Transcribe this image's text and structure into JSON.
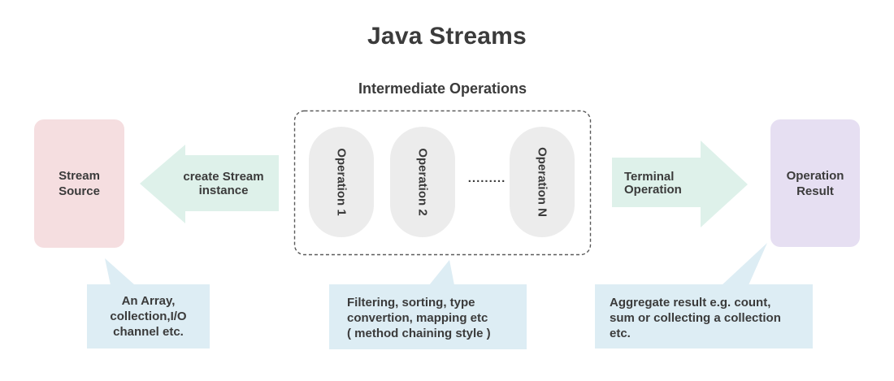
{
  "title": "Java Streams",
  "colors": {
    "source_box": "#f5dee0",
    "result_box": "#e6dff2",
    "arrow": "#def1ea",
    "operation_pill": "#ececec",
    "callout": "#ddedf4",
    "text": "#3b3b3b",
    "dashed_border": "#5a5a5a"
  },
  "source": {
    "label": "Stream\nSource",
    "note": "An Array,\ncollection,I/O\nchannel etc."
  },
  "result": {
    "label": "Operation\nResult",
    "note": "Aggregate result e.g. count,\nsum or collecting a collection\netc."
  },
  "arrows": {
    "create_label": "create Stream\ninstance",
    "terminal_label": "Terminal\nOperation"
  },
  "pipeline": {
    "heading": "Intermediate Operations",
    "operations": [
      {
        "label": "Operation 1"
      },
      {
        "label": "Operation 2"
      },
      {
        "label": "Operation N"
      }
    ],
    "ellipsis": ".........",
    "note": "Filtering, sorting, type\nconvertion, mapping etc\n( method chaining style )"
  }
}
